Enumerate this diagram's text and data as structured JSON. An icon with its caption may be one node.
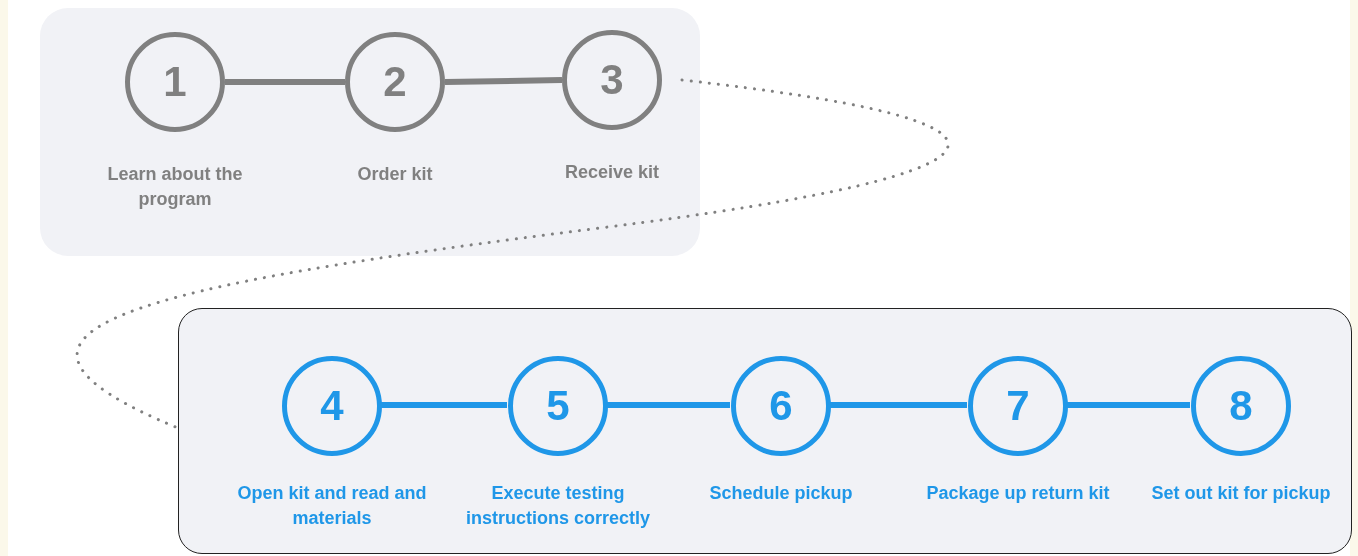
{
  "diagram": {
    "nodes": [
      {
        "text": [],
        "shape": "box"
      },
      {
        "text": [
          "1"
        ],
        "in": 0,
        "beside": [
          "Learn about the program"
        ]
      },
      {
        "text": [
          "2"
        ],
        "in": 0,
        "beside": [
          "Order kit"
        ]
      },
      {
        "text": [
          "3"
        ],
        "in": 0,
        "beside": [
          "Receive kit"
        ]
      },
      {
        "text": [],
        "shape": "box"
      },
      {
        "text": [
          "4"
        ],
        "in": 4,
        "beside": [
          "Open kit and read and materials"
        ]
      },
      {
        "text": [
          "5"
        ],
        "in": 4,
        "beside": [
          "Execute testing instructions correctly"
        ]
      },
      {
        "text": [
          "6"
        ],
        "in": 4,
        "beside": [
          "Schedule pickup"
        ]
      },
      {
        "text": [
          "7"
        ],
        "in": 4,
        "beside": [
          "Package up return kit"
        ]
      },
      {
        "text": [
          "8"
        ],
        "in": 4,
        "beside": [
          "Set out kit for pickup"
        ]
      }
    ],
    "edges": [
      {
        "from": 1,
        "to": 2,
        "arrow": "none",
        "color": "#808080"
      },
      {
        "from": 2,
        "to": 3,
        "arrow": "none",
        "color": "#808080"
      },
      {
        "from": 3,
        "to": 4,
        "arrow": "none",
        "style": "dashed",
        "color": "#808080"
      },
      {
        "from": 5,
        "to": 6,
        "arrow": "none"
      },
      {
        "from": 6,
        "to": 7,
        "arrow": "none"
      },
      {
        "from": 7,
        "to": 8,
        "arrow": "none"
      },
      {
        "from": 8,
        "to": 9,
        "arrow": "none"
      }
    ]
  }
}
